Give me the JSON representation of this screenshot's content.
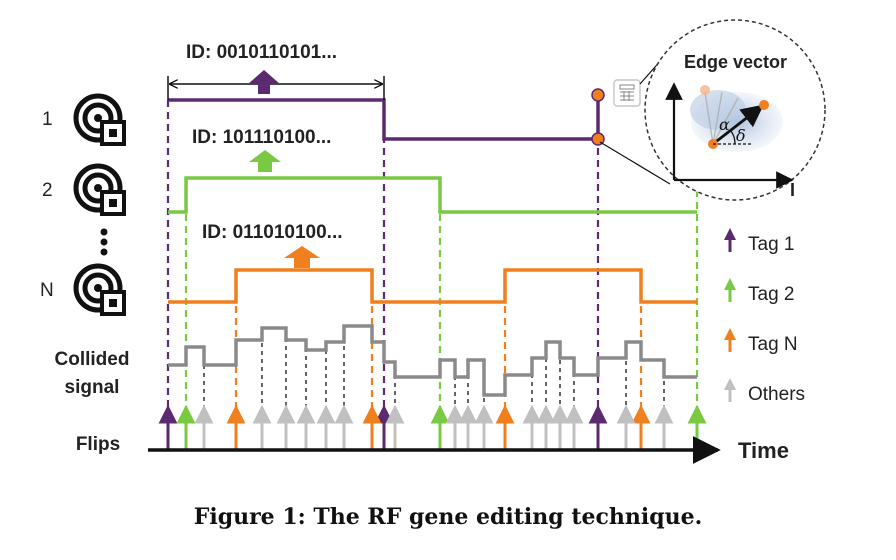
{
  "tags": [
    {
      "label": "1",
      "id": "ID: 0010110101..."
    },
    {
      "label": "2",
      "id": "ID: 101110100..."
    },
    {
      "label": "dots",
      "id": ""
    },
    {
      "label": "N",
      "id": "ID: 011010100..."
    }
  ],
  "row_labels": {
    "collided_line1": "Collided",
    "collided_line2": "signal",
    "flips": "Flips",
    "time": "Time"
  },
  "inset": {
    "title": "Edge vector",
    "axis_label": "I",
    "alpha": "α",
    "delta": "δ"
  },
  "legend": [
    {
      "label": "Tag 1",
      "color": "#5c2a6e"
    },
    {
      "label": "Tag 2",
      "color": "#7ac943"
    },
    {
      "label": "Tag N",
      "color": "#f07f1e"
    },
    {
      "label": "Others",
      "color": "#c0c0c0"
    }
  ],
  "caption": "Figure 1: The RF gene editing technique.",
  "colors": {
    "tag1": "#5c2a6e",
    "tag2": "#7ac943",
    "tagN": "#f07f1e",
    "others": "#c0c0c0",
    "signal": "#8a8a8a"
  }
}
